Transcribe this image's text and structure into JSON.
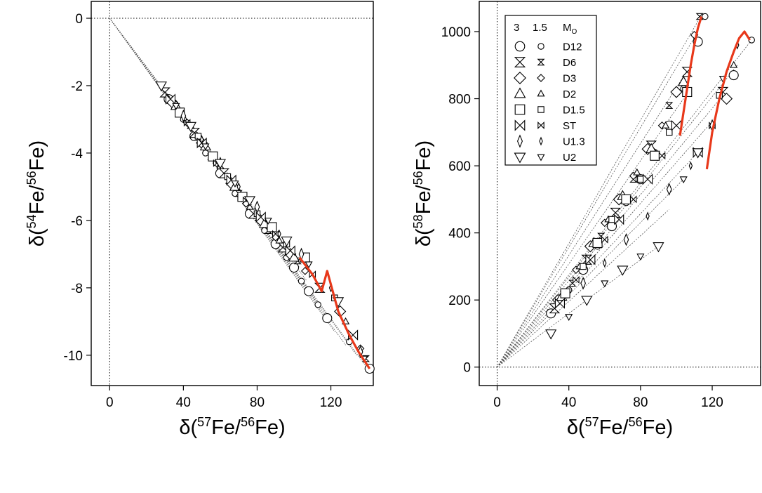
{
  "chart_data": [
    {
      "type": "scatter",
      "panel": "left",
      "xlabel": {
        "pre": "δ(",
        "sup1": "57",
        "mid": "Fe/",
        "sup2": "56",
        "post": "Fe)"
      },
      "ylabel": {
        "pre": "δ(",
        "sup1": "54",
        "mid": "Fe/",
        "sup2": "56",
        "post": "Fe)"
      },
      "xlim": [
        -10,
        143
      ],
      "ylim": [
        -10.9,
        0.5
      ],
      "xticks": [
        0,
        40,
        80,
        120
      ],
      "xtick_labels": [
        "0",
        "40",
        "80",
        "120"
      ],
      "yticks": [
        0,
        -2,
        -4,
        -6,
        -8,
        -10
      ],
      "ytick_labels": [
        "0",
        "-2",
        "-4",
        "-6",
        "-8",
        "-10"
      ],
      "reference_lines": {
        "x": 0,
        "y": 0,
        "style": "dotted"
      },
      "fan_endpoints": [
        [
          103,
          -7.4
        ],
        [
          107,
          -7.8
        ],
        [
          112,
          -8.4
        ],
        [
          117,
          -8.8
        ],
        [
          122,
          -9.3
        ],
        [
          128,
          -9.7
        ],
        [
          134,
          -10.0
        ],
        [
          140,
          -10.4
        ]
      ],
      "red_line": [
        [
          103,
          -7.1
        ],
        [
          110,
          -7.6
        ],
        [
          115,
          -8.1
        ],
        [
          118,
          -7.5
        ],
        [
          124,
          -8.7
        ],
        [
          130,
          -9.4
        ],
        [
          135,
          -9.9
        ],
        [
          141,
          -10.4
        ]
      ],
      "series": [
        {
          "name": "D12",
          "symbol": "circle",
          "points": [
            [
              32,
              -2.4
            ],
            [
              40,
              -3.0
            ],
            [
              46,
              -3.5
            ],
            [
              52,
              -4.0
            ],
            [
              60,
              -4.6
            ],
            [
              68,
              -5.2
            ],
            [
              76,
              -5.8
            ],
            [
              84,
              -6.3
            ],
            [
              90,
              -6.7
            ],
            [
              96,
              -7.1
            ],
            [
              100,
              -7.4
            ],
            [
              104,
              -7.8
            ],
            [
              108,
              -8.1
            ],
            [
              113,
              -8.5
            ],
            [
              118,
              -8.9
            ],
            [
              130,
              -9.6
            ],
            [
              141,
              -10.4
            ]
          ]
        },
        {
          "name": "D6",
          "symbol": "bowtie-v",
          "points": [
            [
              30,
              -2.2
            ],
            [
              38,
              -2.8
            ],
            [
              46,
              -3.4
            ],
            [
              55,
              -4.1
            ],
            [
              62,
              -4.6
            ],
            [
              70,
              -5.2
            ],
            [
              78,
              -5.8
            ],
            [
              86,
              -6.3
            ],
            [
              94,
              -6.8
            ],
            [
              102,
              -7.2
            ],
            [
              114,
              -8.0
            ],
            [
              139,
              -10.1
            ]
          ]
        },
        {
          "name": "D3",
          "symbol": "diamond",
          "points": [
            [
              34,
              -2.5
            ],
            [
              42,
              -3.1
            ],
            [
              50,
              -3.7
            ],
            [
              58,
              -4.3
            ],
            [
              66,
              -4.9
            ],
            [
              74,
              -5.5
            ],
            [
              82,
              -6.0
            ],
            [
              90,
              -6.5
            ],
            [
              98,
              -7.0
            ],
            [
              106,
              -7.5
            ],
            [
              125,
              -8.7
            ],
            [
              136,
              -9.8
            ]
          ]
        },
        {
          "name": "D2",
          "symbol": "triangle",
          "points": [
            [
              36,
              -2.6
            ],
            [
              44,
              -3.2
            ],
            [
              52,
              -3.8
            ],
            [
              60,
              -4.4
            ],
            [
              68,
              -5.0
            ],
            [
              76,
              -5.6
            ],
            [
              84,
              -6.1
            ],
            [
              92,
              -6.6
            ],
            [
              100,
              -7.1
            ],
            [
              128,
              -9.0
            ]
          ]
        },
        {
          "name": "D1.5",
          "symbol": "square",
          "points": [
            [
              38,
              -2.8
            ],
            [
              48,
              -3.5
            ],
            [
              56,
              -4.1
            ],
            [
              64,
              -4.7
            ],
            [
              72,
              -5.3
            ],
            [
              80,
              -5.8
            ],
            [
              88,
              -6.2
            ],
            [
              96,
              -6.7
            ],
            [
              106,
              -7.1
            ],
            [
              122,
              -8.3
            ]
          ]
        },
        {
          "name": "ST",
          "symbol": "bowtie-h",
          "points": [
            [
              33,
              -2.4
            ],
            [
              42,
              -3.1
            ],
            [
              50,
              -3.7
            ],
            [
              58,
              -4.3
            ],
            [
              66,
              -4.8
            ],
            [
              74,
              -5.4
            ],
            [
              82,
              -5.9
            ],
            [
              90,
              -6.4
            ],
            [
              98,
              -6.9
            ],
            [
              110,
              -7.6
            ],
            [
              132,
              -9.4
            ]
          ]
        },
        {
          "name": "U1.3",
          "symbol": "thin-diamond",
          "points": [
            [
              40,
              -2.9
            ],
            [
              50,
              -3.6
            ],
            [
              60,
              -4.3
            ],
            [
              70,
              -5.0
            ],
            [
              80,
              -5.6
            ],
            [
              92,
              -6.4
            ],
            [
              104,
              -7.0
            ],
            [
              120,
              -8.0
            ],
            [
              136,
              -9.9
            ]
          ]
        },
        {
          "name": "U2",
          "symbol": "triangle-down",
          "points": [
            [
              28,
              -2.0
            ],
            [
              36,
              -2.6
            ],
            [
              44,
              -3.2
            ],
            [
              52,
              -3.8
            ],
            [
              60,
              -4.3
            ],
            [
              68,
              -4.9
            ],
            [
              76,
              -5.4
            ],
            [
              86,
              -6.0
            ],
            [
              96,
              -6.6
            ],
            [
              108,
              -7.3
            ],
            [
              124,
              -8.4
            ],
            [
              138,
              -10.1
            ]
          ]
        }
      ]
    },
    {
      "type": "scatter",
      "panel": "right",
      "xlabel": {
        "pre": "δ(",
        "sup1": "57",
        "mid": "Fe/",
        "sup2": "56",
        "post": "Fe)"
      },
      "ylabel": {
        "pre": "δ(",
        "sup1": "58",
        "mid": "Fe/",
        "sup2": "56",
        "post": "Fe)"
      },
      "xlim": [
        -10,
        147
      ],
      "ylim": [
        -55,
        1090
      ],
      "xticks": [
        0,
        40,
        80,
        120
      ],
      "xtick_labels": [
        "0",
        "40",
        "80",
        "120"
      ],
      "yticks": [
        0,
        200,
        400,
        600,
        800,
        1000
      ],
      "ytick_labels": [
        "0",
        "200",
        "400",
        "600",
        "800",
        "1000"
      ],
      "reference_lines": {
        "x": 0,
        "y": 0,
        "style": "dotted"
      },
      "fan_endpoints": [
        [
          113,
          1040
        ],
        [
          112,
          1000
        ],
        [
          108,
          900
        ],
        [
          104,
          800
        ],
        [
          142,
          975
        ],
        [
          134,
          900
        ],
        [
          126,
          810
        ],
        [
          118,
          720
        ],
        [
          112,
          640
        ],
        [
          104,
          560
        ],
        [
          96,
          470
        ],
        [
          90,
          360
        ]
      ],
      "red_lines": [
        [
          [
            102,
            690
          ],
          [
            104,
            760
          ],
          [
            106,
            830
          ],
          [
            108,
            900
          ],
          [
            110,
            960
          ],
          [
            112,
            1010
          ],
          [
            114,
            1045
          ]
        ],
        [
          [
            117,
            590
          ],
          [
            120,
            700
          ],
          [
            124,
            800
          ],
          [
            128,
            880
          ],
          [
            132,
            940
          ],
          [
            135,
            980
          ],
          [
            138,
            1000
          ],
          [
            141,
            975
          ]
        ]
      ],
      "series": [
        {
          "name": "D12",
          "symbol": "circle",
          "points": [
            [
              30,
              160
            ],
            [
              40,
              230
            ],
            [
              48,
              290
            ],
            [
              56,
              360
            ],
            [
              64,
              420
            ],
            [
              72,
              490
            ],
            [
              80,
              560
            ],
            [
              88,
              640
            ],
            [
              96,
              720
            ],
            [
              104,
              830
            ],
            [
              112,
              970
            ],
            [
              116,
              1045
            ],
            [
              132,
              870
            ],
            [
              142,
              975
            ]
          ]
        },
        {
          "name": "D6",
          "symbol": "bowtie-v",
          "points": [
            [
              32,
              175
            ],
            [
              42,
              250
            ],
            [
              50,
              320
            ],
            [
              58,
              390
            ],
            [
              66,
              460
            ],
            [
              76,
              560
            ],
            [
              86,
              660
            ],
            [
              96,
              780
            ],
            [
              106,
              880
            ],
            [
              113,
              1045
            ],
            [
              126,
              820
            ]
          ]
        },
        {
          "name": "D3",
          "symbol": "diamond",
          "points": [
            [
              34,
              200
            ],
            [
              44,
              290
            ],
            [
              52,
              360
            ],
            [
              60,
              430
            ],
            [
              68,
              500
            ],
            [
              76,
              570
            ],
            [
              84,
              650
            ],
            [
              92,
              720
            ],
            [
              100,
              820
            ],
            [
              110,
              990
            ],
            [
              128,
              800
            ]
          ]
        },
        {
          "name": "D2",
          "symbol": "triangle",
          "points": [
            [
              36,
              210
            ],
            [
              46,
              300
            ],
            [
              54,
              370
            ],
            [
              62,
              440
            ],
            [
              70,
              510
            ],
            [
              78,
              580
            ],
            [
              86,
              650
            ],
            [
              94,
              720
            ],
            [
              104,
              850
            ],
            [
              132,
              900
            ]
          ]
        },
        {
          "name": "D1.5",
          "symbol": "square",
          "points": [
            [
              38,
              220
            ],
            [
              48,
              300
            ],
            [
              56,
              370
            ],
            [
              64,
              440
            ],
            [
              72,
              500
            ],
            [
              80,
              560
            ],
            [
              88,
              630
            ],
            [
              96,
              700
            ],
            [
              106,
              820
            ],
            [
              124,
              810
            ]
          ]
        },
        {
          "name": "ST",
          "symbol": "bowtie-h",
          "points": [
            [
              35,
              190
            ],
            [
              44,
              260
            ],
            [
              52,
              320
            ],
            [
              60,
              380
            ],
            [
              68,
              440
            ],
            [
              76,
              500
            ],
            [
              84,
              560
            ],
            [
              92,
              630
            ],
            [
              100,
              720
            ],
            [
              120,
              720
            ],
            [
              112,
              640
            ]
          ]
        },
        {
          "name": "U1.3",
          "symbol": "thin-diamond",
          "points": [
            [
              48,
              250
            ],
            [
              60,
              310
            ],
            [
              72,
              380
            ],
            [
              84,
              450
            ],
            [
              96,
              530
            ],
            [
              108,
              600
            ],
            [
              120,
              720
            ],
            [
              134,
              960
            ]
          ]
        },
        {
          "name": "U2",
          "symbol": "triangle-down",
          "points": [
            [
              30,
              100
            ],
            [
              40,
              150
            ],
            [
              50,
              200
            ],
            [
              60,
              250
            ],
            [
              70,
              290
            ],
            [
              80,
              330
            ],
            [
              90,
              360
            ],
            [
              104,
              560
            ],
            [
              112,
              640
            ],
            [
              126,
              860
            ]
          ]
        }
      ]
    }
  ],
  "legend": {
    "header": {
      "col1": "3",
      "col2": "1.5",
      "label": "M",
      "label_sub": "O"
    },
    "entries": [
      {
        "symbol": "circle",
        "label": "D12"
      },
      {
        "symbol": "bowtie-v",
        "label": "D6"
      },
      {
        "symbol": "diamond",
        "label": "D3"
      },
      {
        "symbol": "triangle",
        "label": "D2"
      },
      {
        "symbol": "square",
        "label": "D1.5"
      },
      {
        "symbol": "bowtie-h",
        "label": "ST"
      },
      {
        "symbol": "thin-diamond",
        "label": "U1.3"
      },
      {
        "symbol": "triangle-down",
        "label": "U2"
      }
    ]
  },
  "colors": {
    "axis": "#000000",
    "marker_fill": "#ffffff",
    "marker_stroke": "#000000",
    "highlight": "#e8381a",
    "fan": "#555555"
  }
}
